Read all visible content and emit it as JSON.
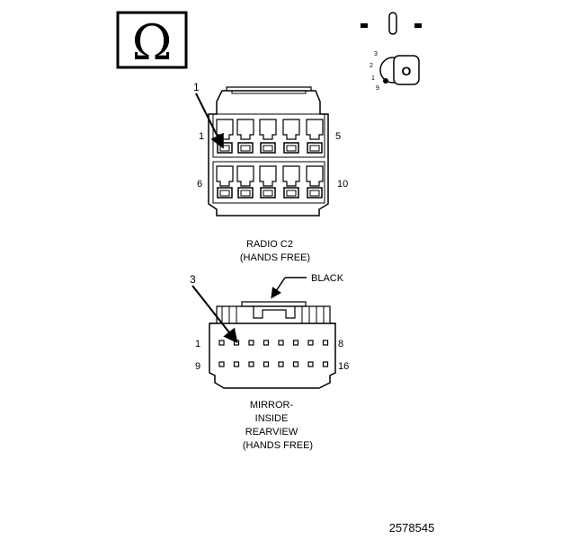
{
  "figure_id": "2578545",
  "symbol": {
    "glyph": "Ω",
    "name": "ohm-symbol"
  },
  "ignition": {
    "positions": [
      "3",
      "2",
      "1",
      "9"
    ],
    "key_label": "O"
  },
  "radio_connector": {
    "title_line1": "RADIO C2",
    "title_line2": "(HANDS FREE)",
    "callout": "1",
    "pin_first_top": "1",
    "pin_last_top": "5",
    "pin_first_bottom": "6",
    "pin_last_bottom": "10"
  },
  "mirror_connector": {
    "title_lines": [
      "MIRROR-",
      "INSIDE",
      "REARVIEW",
      "(HANDS FREE)"
    ],
    "callout": "3",
    "color_label": "BLACK",
    "pin_first_top": "1",
    "pin_last_top": "8",
    "pin_first_bottom": "9",
    "pin_last_bottom": "16"
  }
}
